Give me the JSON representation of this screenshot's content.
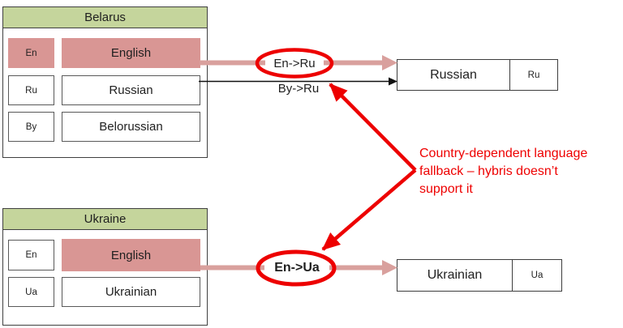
{
  "colors": {
    "header_green": "#c5d59c",
    "highlight_pink": "#d99694",
    "arrow_pink": "#d9a09d",
    "annotation_red": "#ee0000",
    "border_dark": "#404040"
  },
  "belarus": {
    "title": "Belarus",
    "rows": [
      {
        "code": "En",
        "name": "English"
      },
      {
        "code": "Ru",
        "name": "Russian"
      },
      {
        "code": "By",
        "name": "Belorussian"
      }
    ]
  },
  "ukraine": {
    "title": "Ukraine",
    "rows": [
      {
        "code": "En",
        "name": "English"
      },
      {
        "code": "Ua",
        "name": "Ukrainian"
      }
    ]
  },
  "mappings": {
    "en_ru": "En->Ru",
    "by_ru": "By->Ru",
    "en_ua": "En->Ua"
  },
  "results": {
    "russian": {
      "name": "Russian",
      "code": "Ru"
    },
    "ukrainian": {
      "name": "Ukrainian",
      "code": "Ua"
    }
  },
  "annotation": {
    "lines": [
      "Country-dependent language",
      "fallback – hybris doesn’t",
      "support it"
    ]
  }
}
